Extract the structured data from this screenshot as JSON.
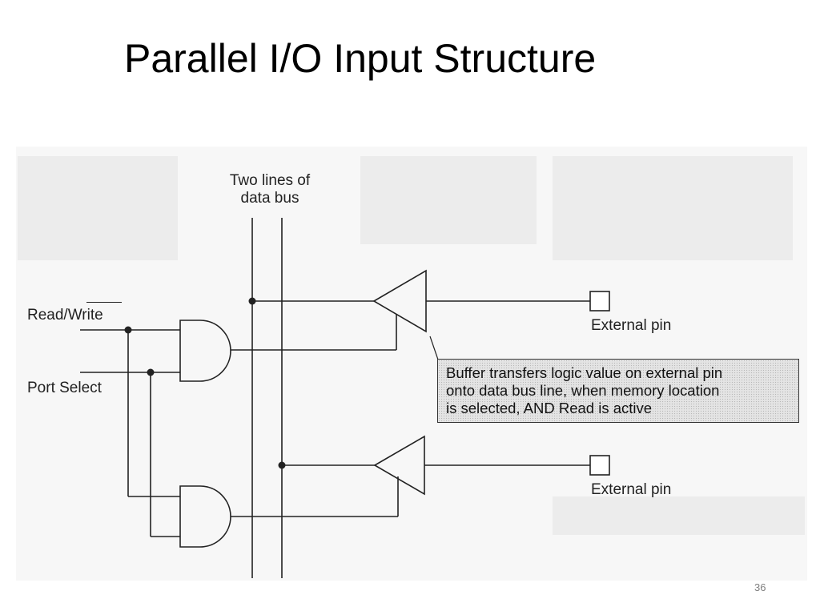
{
  "slide": {
    "title": "Parallel I/O Input Structure",
    "page_number": "36"
  },
  "diagram": {
    "bus_label": {
      "line1": "Two lines of",
      "line2": "data bus"
    },
    "read_write_label": "Read/Write",
    "port_select_label": "Port Select",
    "external_pin_labels": [
      "External pin",
      "External pin"
    ],
    "callout": {
      "line1": "Buffer transfers logic value on external pin",
      "line2": "onto data bus line, when memory location",
      "line3": "is selected, AND Read is active"
    }
  },
  "colors": {
    "line": "#222222",
    "callout_fill": "#e4e4e4",
    "panel_background": "#f7f7f7"
  }
}
